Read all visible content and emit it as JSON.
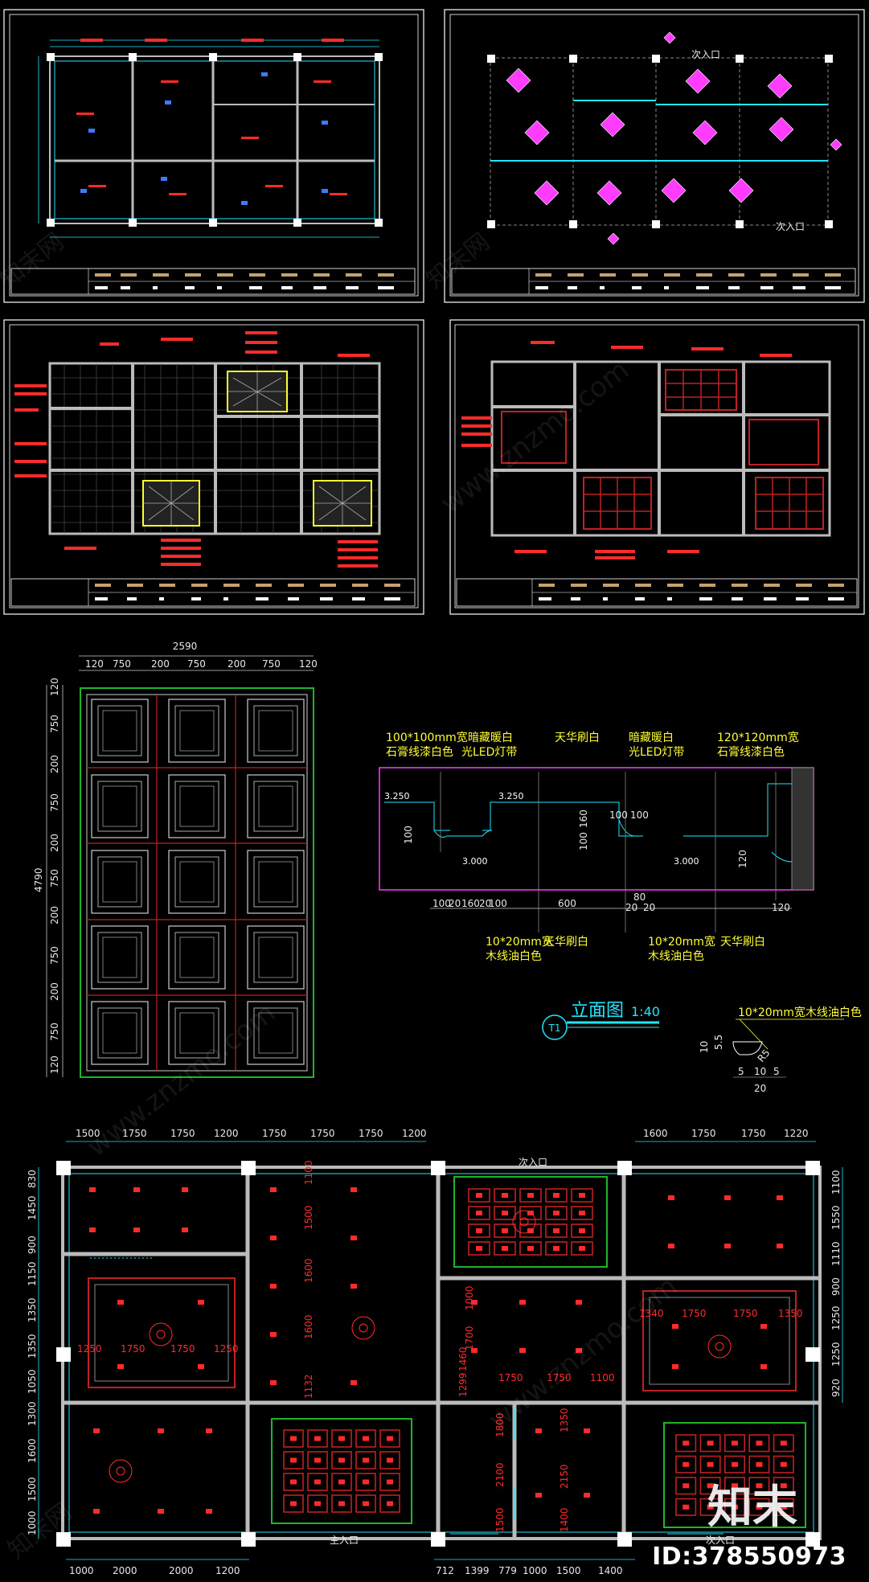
{
  "sheets": {
    "elevation": {
      "overall_width": "2590",
      "overall_height": "4790",
      "top_dims": [
        "120",
        "750",
        "200",
        "750",
        "200",
        "750",
        "120"
      ],
      "left_dims": [
        "120",
        "750",
        "200",
        "750",
        "200",
        "750",
        "200",
        "750",
        "200",
        "750",
        "120"
      ]
    },
    "section": {
      "callouts": [
        "100*100mm宽\n石膏线漆白色",
        "暗藏暖白\n光LED灯带",
        "天华刷白",
        "暗藏暖白\n光LED灯带",
        "120*120mm宽\n石膏线漆白色"
      ],
      "bottom_callouts": [
        "10*20mm宽\n木线油白色",
        "天华刷白",
        "10*20mm宽\n木线油白色",
        "天华刷白"
      ],
      "levels": [
        "3.250",
        "3.250",
        "3.000",
        "3.000"
      ],
      "dims_top": [
        "100",
        "160",
        "100",
        "100",
        "100",
        "120"
      ],
      "dims_bottom": [
        "100",
        "20",
        "160",
        "20",
        "100",
        "600",
        "80",
        "20",
        "20",
        "120"
      ],
      "title": "立面图",
      "scale": "1:40",
      "tag": "T1",
      "detail_label": "10*20mm宽木线油白色",
      "detail_dims": [
        "10",
        "5.5",
        "5",
        "10",
        "5",
        "20",
        "R5"
      ]
    },
    "ceiling_plan": {
      "top_dims_left": [
        "1500",
        "1750",
        "1750",
        "1200"
      ],
      "top_dims_mid": [
        "1750",
        "1750",
        "1750",
        "1200"
      ],
      "top_dims_right": [
        "1600",
        "1750",
        "1750",
        "1220"
      ],
      "left_dims": [
        "830",
        "1450",
        "900",
        "1150",
        "1350",
        "1350",
        "1050",
        "1300",
        "1600",
        "1500",
        "1000"
      ],
      "right_dims": [
        "1100",
        "1550",
        "1110",
        "900",
        "1250",
        "1250",
        "920"
      ],
      "bottom_dims_left": [
        "1000",
        "2000",
        "2000",
        "1200"
      ],
      "bottom_dims_right": [
        "712",
        "1399",
        "779",
        "1000",
        "1500",
        "1400"
      ],
      "inner_dims": [
        "1250",
        "1750",
        "1750",
        "1250",
        "1750",
        "1750",
        "1100",
        "1340",
        "1750",
        "1750",
        "1350",
        "1100",
        "1500",
        "1600",
        "1600",
        "1132",
        "1700",
        "1000",
        "1800",
        "2100",
        "1500",
        "1350",
        "2150",
        "1400",
        "1460",
        "1299"
      ],
      "labels": [
        "次入口",
        "主入口",
        "次入口"
      ]
    },
    "small_plans": {
      "entry_labels": [
        "次入口",
        "次入口"
      ]
    }
  },
  "watermark": "www.znzmo.com",
  "watermark_cn": "知末网",
  "logo": "知末",
  "id_text": "ID:378550973",
  "colors": {
    "background": "#000000",
    "frame": "#ffffff",
    "dim_red": "#ff2a2a",
    "cyan": "#22e5ff",
    "magenta": "#ff3cff",
    "yellow": "#ffff33",
    "green": "#1fb52a"
  }
}
